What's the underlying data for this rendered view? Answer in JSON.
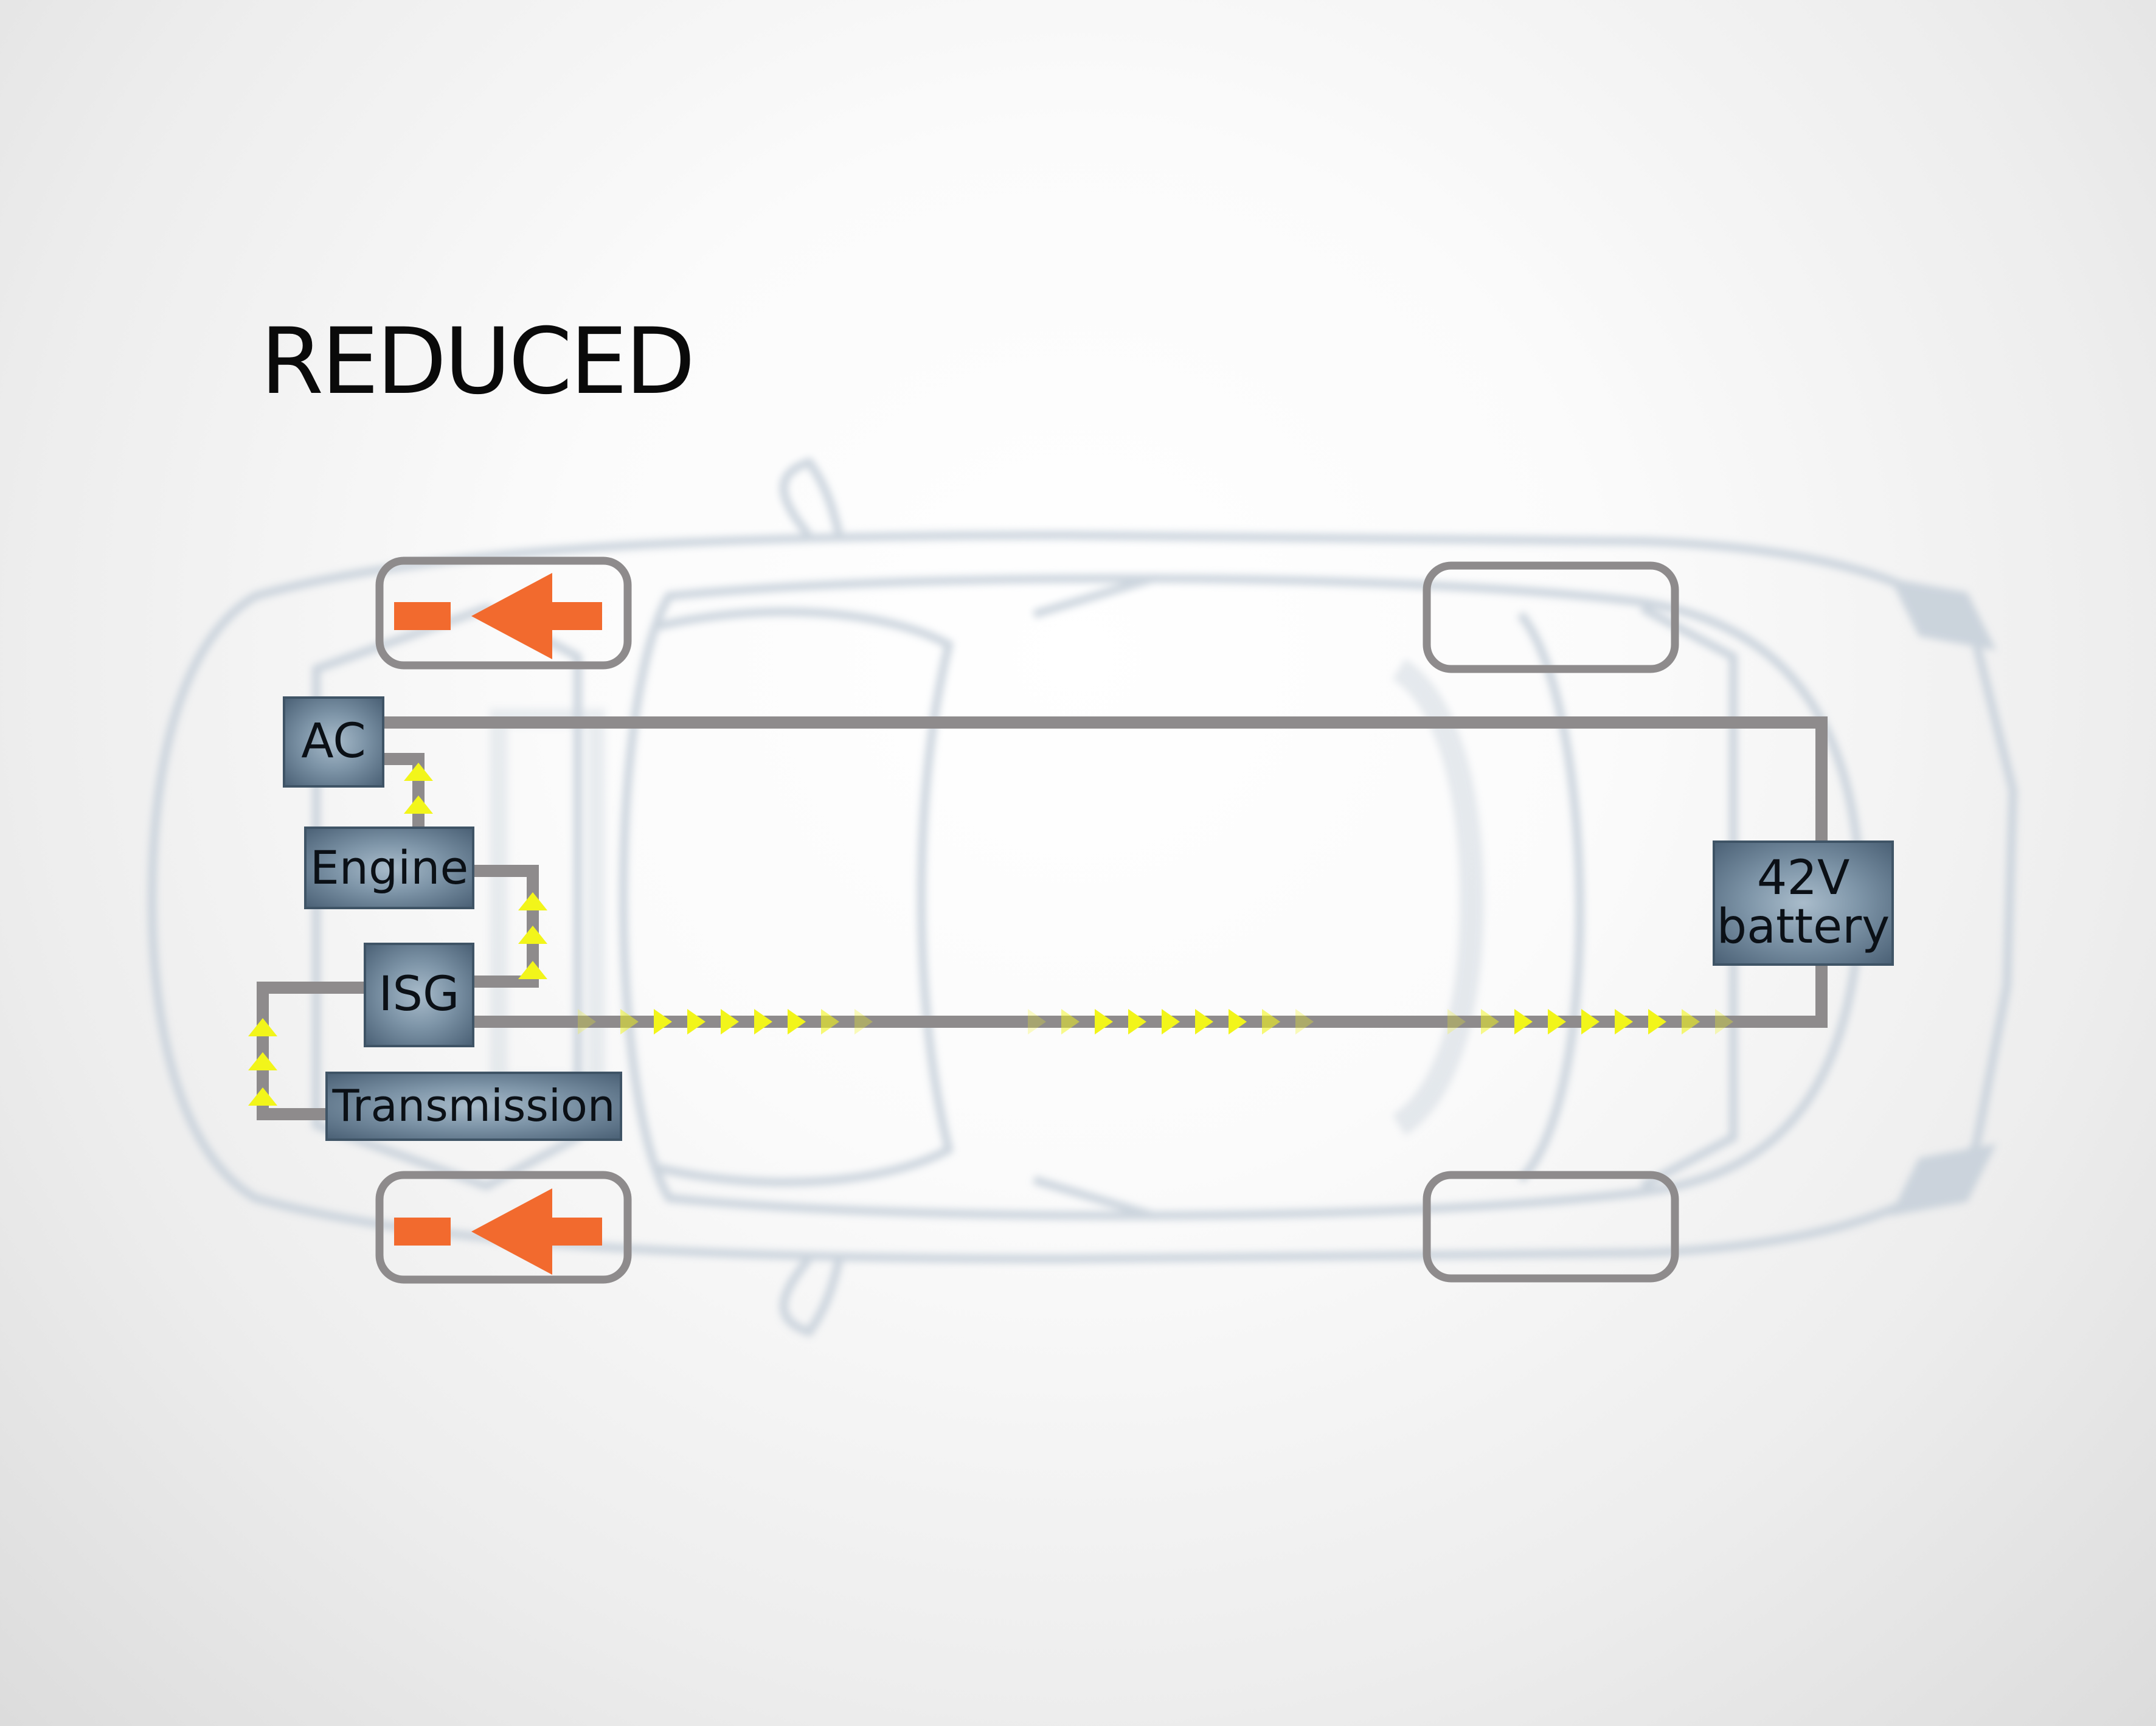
{
  "title": "REDUCED",
  "components": {
    "ac": "AC",
    "engine": "Engine",
    "isg": "ISG",
    "transmission": "Transmission",
    "battery_line1": "42V",
    "battery_line2": "battery"
  },
  "colors": {
    "wire": "#8e8b8c",
    "flow_arrow": "#f2f51a",
    "wheel_force_arrow": "#f26a2e",
    "component_box": "#6f879a",
    "car_outline": "#c4ced8"
  },
  "icons": {
    "flow": "triangle-right-icon",
    "flow_up": "triangle-up-icon",
    "wheel_force": "arrow-left-icon"
  }
}
